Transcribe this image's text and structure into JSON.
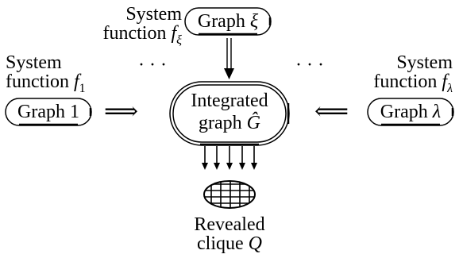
{
  "nodes": {
    "graph_xi": {
      "prefix": "Graph ",
      "symbol": "ξ"
    },
    "graph_1": {
      "text": "Graph 1"
    },
    "graph_lambda": {
      "prefix": "Graph ",
      "symbol": "λ"
    },
    "integrated": {
      "line1": "Integrated",
      "line2_prefix": "graph ",
      "line2_symbol": "Ĝ"
    },
    "clique": {
      "line1": "Revealed",
      "line2_prefix": "clique ",
      "line2_symbol": "Q"
    }
  },
  "labels": {
    "sys_xi": {
      "line1": "System",
      "line2_prefix": "function ",
      "func": "f",
      "sub": "ξ"
    },
    "sys_1": {
      "line1": "System",
      "line2_prefix": "function ",
      "func": "f",
      "sub": "1"
    },
    "sys_lambda": {
      "line1": "System",
      "line2_prefix": "function ",
      "func": "f",
      "sub": "λ"
    },
    "ellipsis_left": "· · ·",
    "ellipsis_right": "· · ·"
  },
  "arrows": {
    "left_arrow": "⟹",
    "right_arrow": "⟸"
  }
}
